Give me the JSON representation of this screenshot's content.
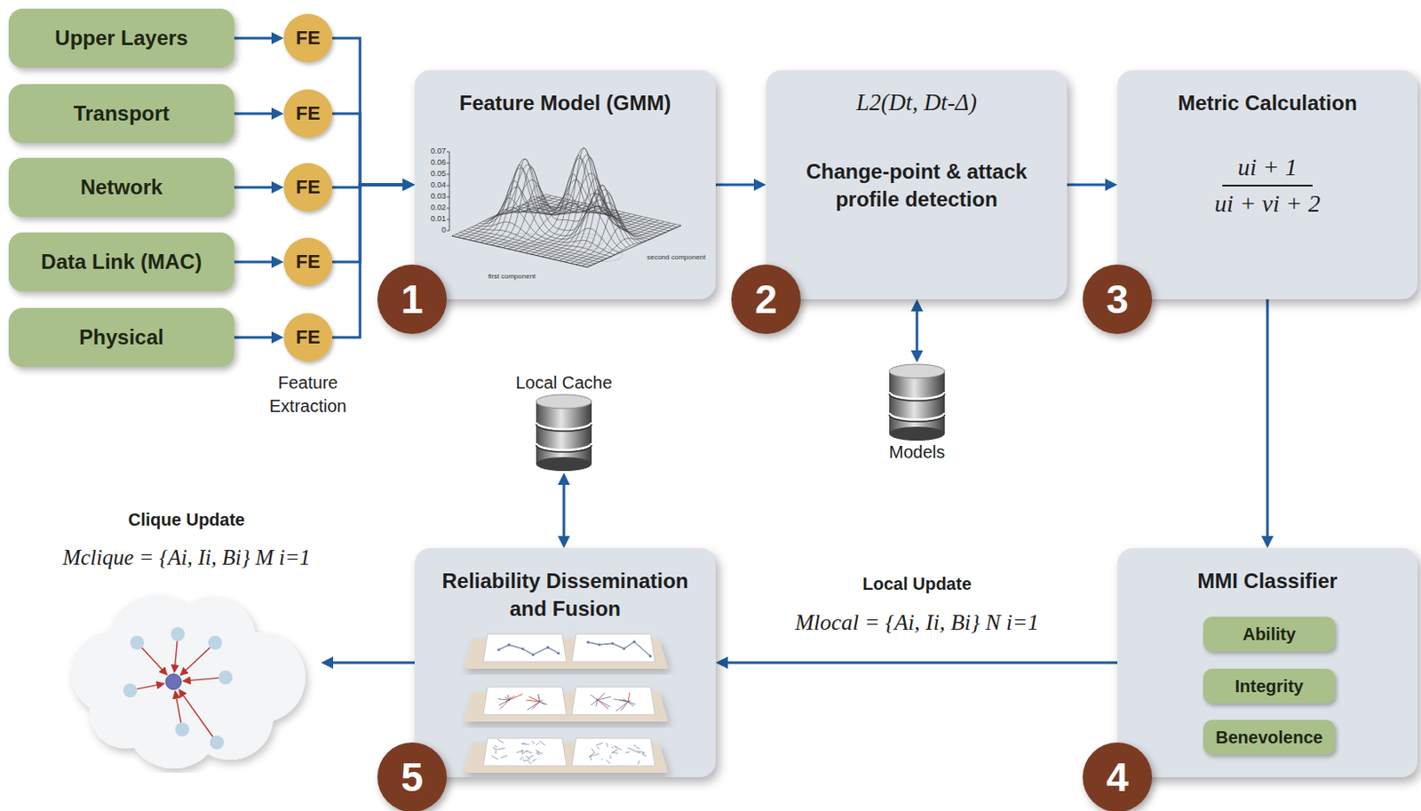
{
  "diagram": {
    "nodes": [
      {
        "text": [
          "Upper Layers"
        ]
      },
      {
        "text": [
          "Transport"
        ]
      },
      {
        "text": [
          "Network"
        ]
      },
      {
        "text": [
          "Data Link (MAC)"
        ]
      },
      {
        "text": [
          "Physical"
        ]
      },
      {
        "text": [
          "FE"
        ]
      },
      {
        "text": [
          "FE"
        ]
      },
      {
        "text": [
          "FE"
        ]
      },
      {
        "text": [
          "FE"
        ]
      },
      {
        "text": [
          "FE"
        ]
      },
      {
        "text": [
          "Feature Model (GMM)"
        ]
      },
      {
        "text": [
          "L2(Dt, Dt-Δ)",
          "Change-point & attack profile detection"
        ]
      },
      {
        "text": [
          "Metric Calculation",
          "ui + 1",
          "ui + vi + 2"
        ]
      },
      {
        "text": [
          "MMI Classifier"
        ]
      },
      {
        "text": [
          "Ability"
        ],
        "in": 13
      },
      {
        "text": [
          "Integrity"
        ],
        "in": 13
      },
      {
        "text": [
          "Benevolence"
        ],
        "in": 13
      },
      {
        "text": [
          "Reliability Dissemination and Fusion"
        ]
      },
      {
        "text": [
          "Local Cache"
        ]
      },
      {
        "text": [
          "Models"
        ]
      },
      {
        "text": [
          "Clique Update",
          "Mclique = {Ai, Ii, Bi} M i=1"
        ]
      }
    ],
    "edges": [
      {
        "from": 0,
        "to": 5,
        "arrow": "to"
      },
      {
        "from": 1,
        "to": 6,
        "arrow": "to"
      },
      {
        "from": 2,
        "to": 7,
        "arrow": "to"
      },
      {
        "from": 3,
        "to": 8,
        "arrow": "to"
      },
      {
        "from": 4,
        "to": 9,
        "arrow": "to"
      },
      {
        "from": 5,
        "to": 10,
        "arrow": "to"
      },
      {
        "from": 6,
        "to": 10,
        "arrow": "to"
      },
      {
        "from": 7,
        "to": 10,
        "arrow": "to"
      },
      {
        "from": 8,
        "to": 10,
        "arrow": "to"
      },
      {
        "from": 9,
        "to": 10,
        "arrow": "to"
      },
      {
        "from": 10,
        "to": 11,
        "arrow": "to"
      },
      {
        "from": 11,
        "to": 12,
        "arrow": "to"
      },
      {
        "from": 12,
        "to": 13,
        "arrow": "to"
      },
      {
        "from": 13,
        "to": 17,
        "label": "Local Update",
        "arrow": "to"
      },
      {
        "from": 17,
        "to": 20,
        "arrow": "to"
      },
      {
        "from": 11,
        "to": 19,
        "arrow": "both"
      },
      {
        "from": 18,
        "to": 17,
        "arrow": "both"
      }
    ],
    "labels": [
      "Feature Extraction",
      "1",
      "2",
      "3",
      "4",
      "5",
      "Mlocal = {Ai, Ii, Bi} N i=1",
      "0.07",
      "0.06",
      "0.05",
      "0.04",
      "0.03",
      "0.02",
      "0.01",
      "0",
      "first component",
      "second component"
    ]
  }
}
